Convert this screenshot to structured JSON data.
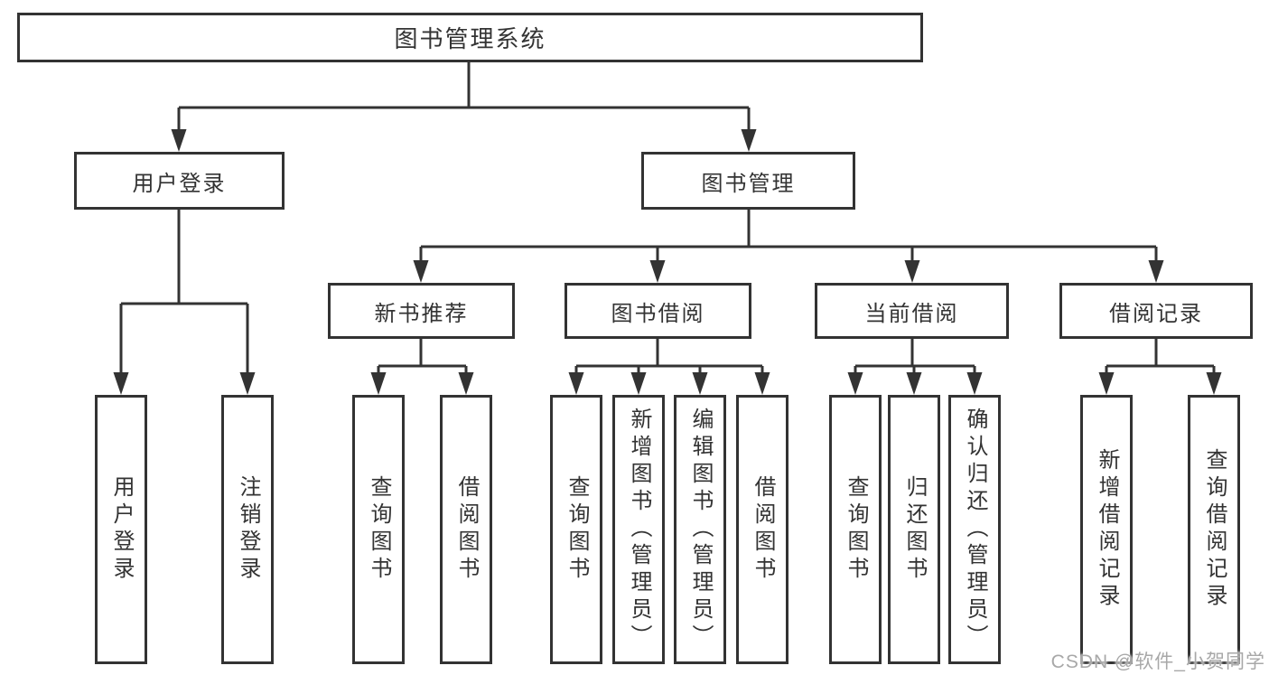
{
  "diagram": {
    "root": "图书管理系统",
    "user_login": {
      "label": "用户登录",
      "children": [
        "用户登录",
        "注销登录"
      ]
    },
    "book_management": {
      "label": "图书管理",
      "modules": [
        {
          "label": "新书推荐",
          "children": [
            "查询图书",
            "借阅图书"
          ]
        },
        {
          "label": "图书借阅",
          "children": [
            "查询图书",
            "新增图书（管理员）",
            "编辑图书（管理员）",
            "借阅图书"
          ]
        },
        {
          "label": "当前借阅",
          "children": [
            "查询图书",
            "归还图书",
            "确认归还（管理员）"
          ]
        },
        {
          "label": "借阅记录",
          "children": [
            "新增借阅记录",
            "查询借阅记录"
          ]
        }
      ]
    }
  },
  "watermark": "CSDN @软件_小贺同学"
}
